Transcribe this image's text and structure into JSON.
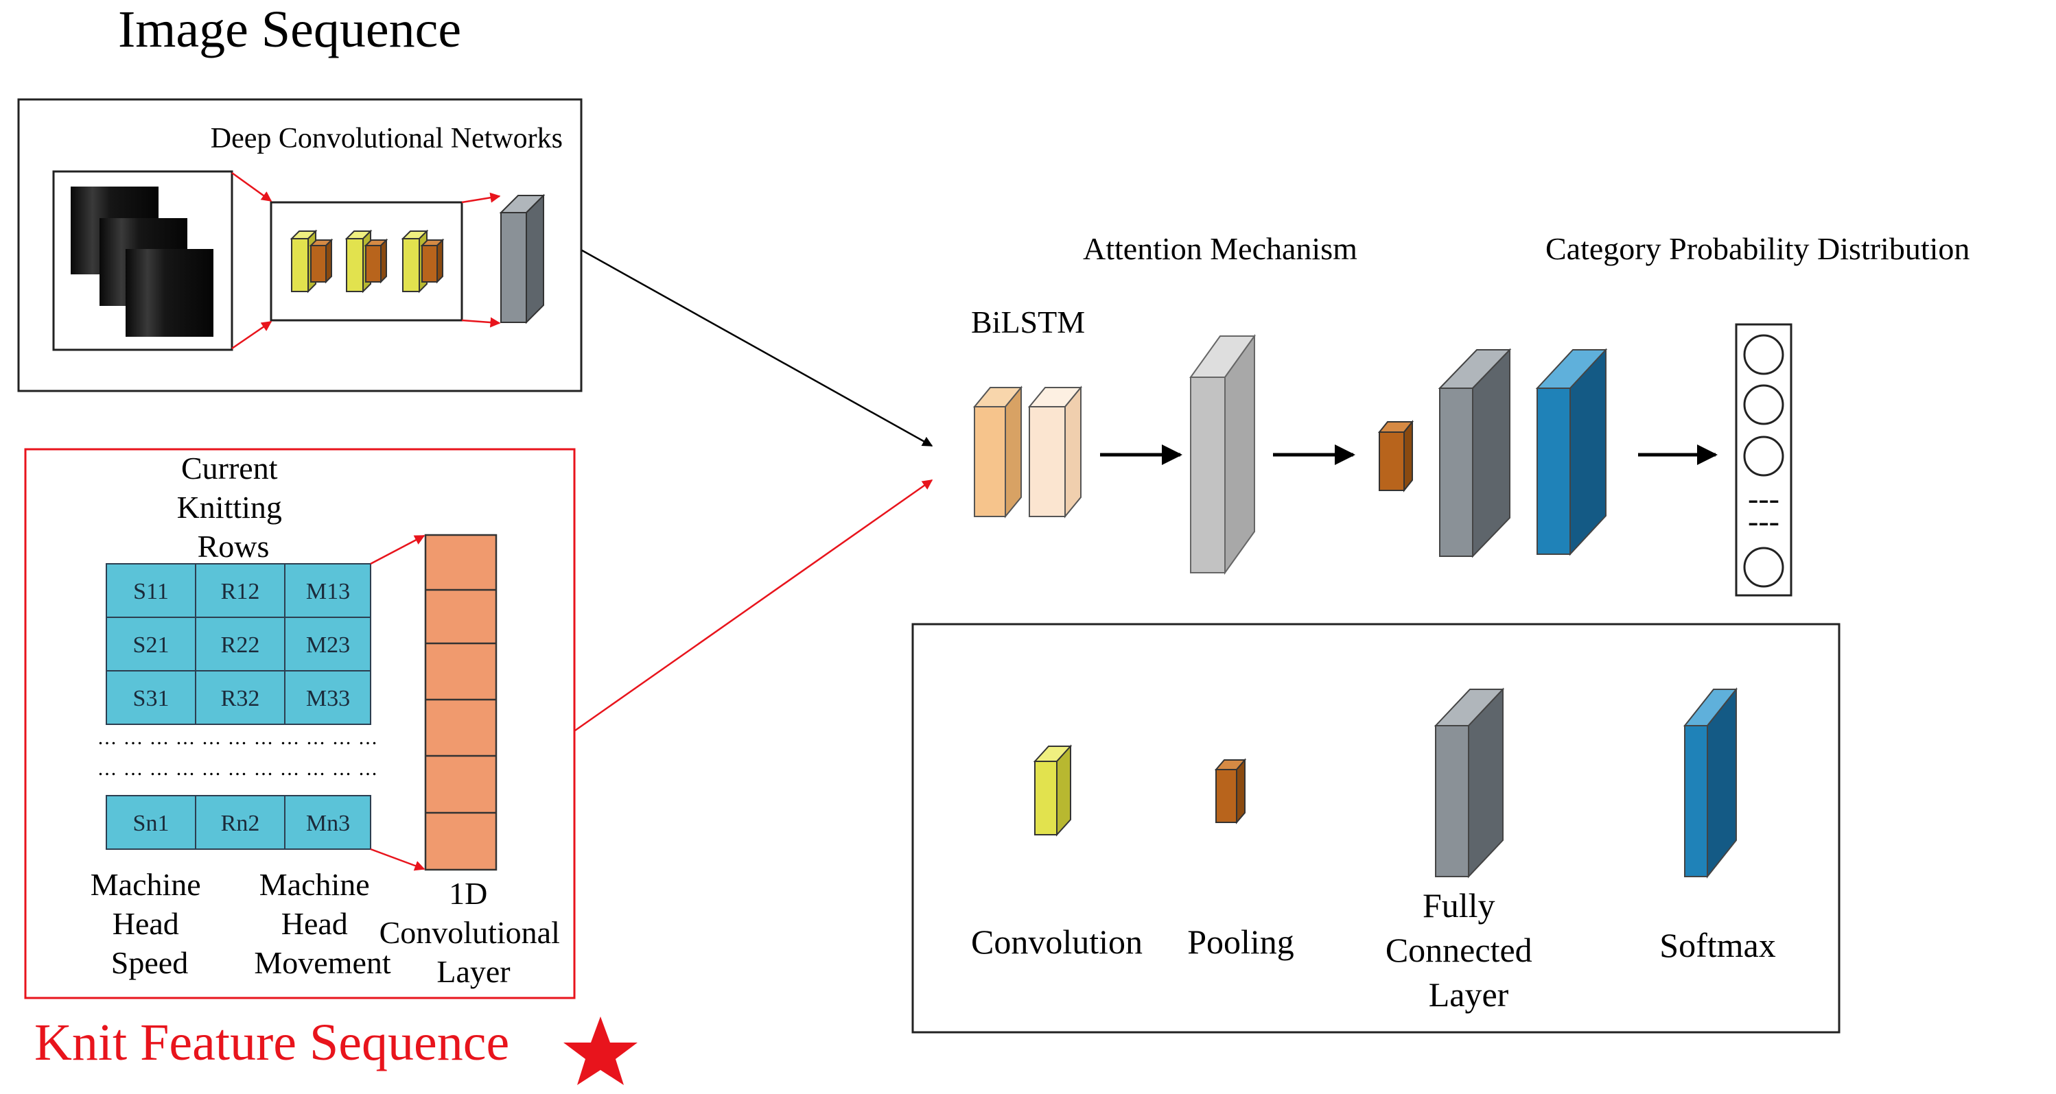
{
  "titles": {
    "image_sequence": "Image Sequence",
    "knit_feature_sequence": "Knit Feature Sequence"
  },
  "cnn_box": {
    "label": "Deep Convolutional Networks"
  },
  "knit_box": {
    "header": [
      "Current",
      "Knitting",
      "Rows"
    ],
    "table_rows": [
      [
        "S11",
        "R12",
        "M13"
      ],
      [
        "S21",
        "R22",
        "M23"
      ],
      [
        "S31",
        "R32",
        "M33"
      ],
      [
        "Sn1",
        "Rn2",
        "Mn3"
      ]
    ],
    "ellipsis_lines": [
      "... ... ... ... ... ... ... ... ... ... ...",
      "... ... ... ... ... ... ... ... ... ... ..."
    ],
    "col_label_speed": [
      "Machine",
      "Head",
      "Speed"
    ],
    "col_label_movement": [
      "Machine",
      "Head",
      "Movement"
    ],
    "conv1d_label": [
      "1D",
      "Convolutional",
      "Layer"
    ]
  },
  "network": {
    "bilstm_label": "BiLSTM",
    "attention_label": "Attention Mechanism",
    "category_label": "Category Probability Distribution",
    "output_dashes": [
      "---",
      "---"
    ]
  },
  "legend": {
    "convolution": "Convolution",
    "pooling": "Pooling",
    "fully_connected": [
      "Fully",
      "Connected",
      "Layer"
    ],
    "softmax": "Softmax"
  },
  "colors": {
    "convolution": "#e2e24e",
    "pooling": "#b8641c",
    "fully_connected": "#8a9197",
    "softmax": "#1f82b8",
    "bilstm_forward": "#f6c48c",
    "bilstm_backward": "#fbe5d0",
    "attention": "#c2c2c2",
    "table_cell": "#5bc3d8",
    "conv1d": "#f09a6e",
    "accent_red": "#e8141c"
  },
  "icons": [
    "star-icon",
    "arrow-icon"
  ]
}
